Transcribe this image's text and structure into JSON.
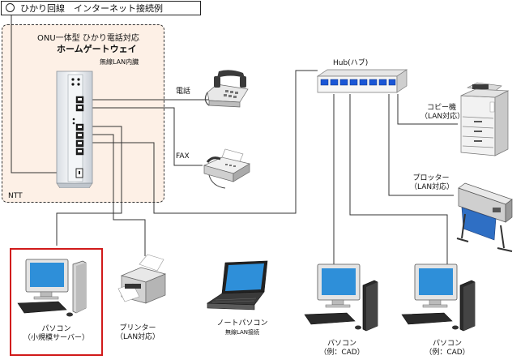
{
  "title": "ひかり回線　インターネット接続例",
  "ntt": {
    "zone_label": "NTT",
    "gateway_desc": "ONU一体型  ひかり電話対応",
    "gateway_name": "ホームゲートウェイ",
    "gateway_wireless": "無線LAN内臓"
  },
  "devices": {
    "phone_label": "電話",
    "fax_label": "FAX",
    "hub_label": "Hub(ハブ)",
    "copier_line1": "コピー機",
    "copier_line2": "（LAN対応）",
    "plotter_line1": "プロッター",
    "plotter_line2": "（LAN対応）",
    "server_line1": "パソコン",
    "server_line2": "（小規模サーバー）",
    "printer_line1": "プリンター",
    "printer_line2": "（LAN対応）",
    "notebook_line1": "ノートパソコン",
    "notebook_line2": "無線LAN接続",
    "pc1_line1": "パソコン",
    "pc1_line2": "（例：CAD）",
    "pc2_line1": "パソコン",
    "pc2_line2": "（例：CAD）"
  },
  "colors": {
    "ntt_zone_fill": "#fdf0e6",
    "server_highlight": "#d11a1a",
    "hub_port_fill": "#1a56d6",
    "monitor_screen": "#2e8fd9"
  }
}
